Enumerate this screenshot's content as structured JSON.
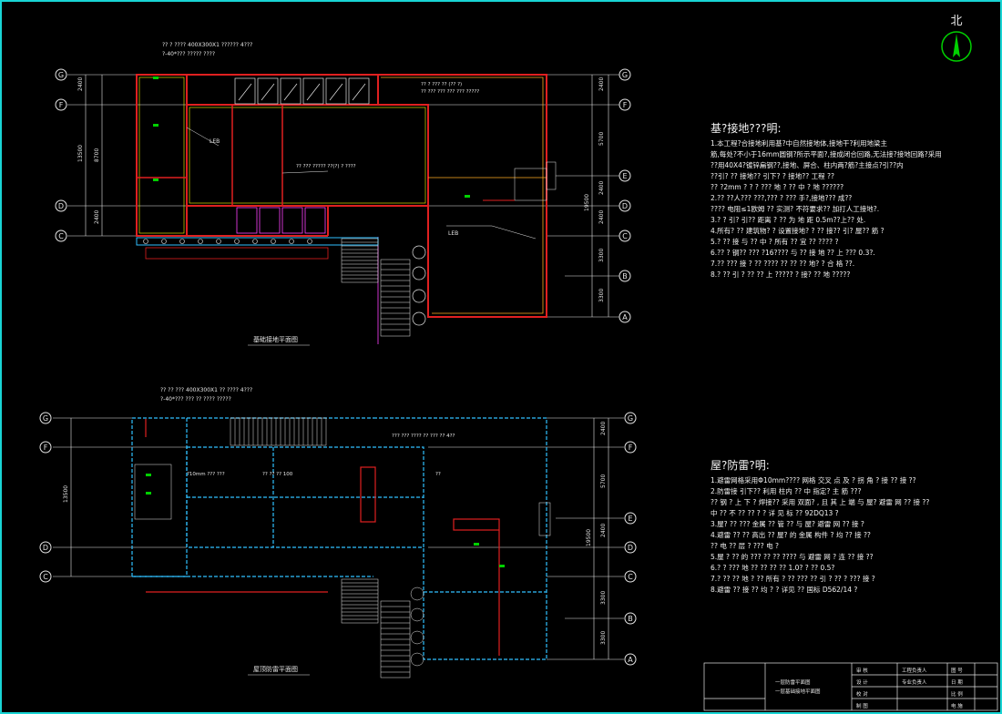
{
  "north_label": "北",
  "plan_top": {
    "title": "基础接地平面图",
    "note_top_1": "?? ? ???? 400X300X1 ?????? 4???",
    "note_top_2": "?-40*??? ????? ????",
    "label_mid": "?? ??? ????? ??(?) ? ????",
    "label_rt_1": "?? ? ??? ?? (?? ?)",
    "label_rt_2": "?? ??? ??? ??? ??? ?????",
    "leb_1": "LEB",
    "leb_2": "LEB",
    "dim_left": [
      "2400",
      "13500",
      "8700",
      "2400"
    ],
    "dim_right": [
      "2400",
      "5700",
      "2400",
      "2400",
      "3300",
      "3300",
      "19500"
    ],
    "axes_left": [
      "G",
      "F",
      "D",
      "C"
    ],
    "axes_right": [
      "G",
      "F",
      "E",
      "D",
      "C",
      "B",
      "A"
    ]
  },
  "plan_bottom": {
    "title": "屋顶防雷平面图",
    "note_top_1": "?? ?? ??? 400X300X1 ?? ???? 4???",
    "note_top_2": "?-40*??? ??? ?? ???? ?????",
    "label_mid_1": "?10mm ??? ???",
    "label_mid_2": "?? ?? ?? 100",
    "label_rt_1": "??? ??? ???? ?? ??? ?? 4??",
    "label_rt_2": "??",
    "dim_left": [
      "13500"
    ],
    "dim_right": [
      "2400",
      "5700",
      "2400",
      "3300",
      "3300",
      "19500"
    ],
    "axes_left": [
      "G",
      "F",
      "D",
      "C"
    ],
    "axes_right": [
      "G",
      "F",
      "E",
      "D",
      "C",
      "B",
      "A"
    ]
  },
  "notes_ground": {
    "heading": "基?接地???明:",
    "lines": [
      "1.本工程?合接地利用基?中自然接地体,接地干?利用地梁主",
      "筋,每处?不小于16mm圆钢?所示平面?,接成闭合回路,无法接?接地回路?采用",
      "??用40X4?镀锌扁钢??,接地、屏合、柱内两?筋?主接点?引??内",
      "??引? ?? 接地?? 引下? ? 接地?? 工程 ??",
      "?? ?2mm ? ? ? ??? 地 ? ?? 中 ? 地  ??????",
      "2.?? ??人??? ???,??? ? ??? 手?,接地??? 成??",
      "???? 电阻≤1欧姆 ?? 实测? 不符要求?? 加打人工接地?.",
      "3.? ? 引? 引?? 距离 ? ?? 为 地 距 0.5m??上?? 处.",
      "4.所有? ?? 建筑物? ? 设置接地? ? ?? 接?? 引? 屋?? 筋 ?",
      "5.? ?? 接 与 ?? 中 ? 所有 ?? 宜 ?? ???? ?",
      "6.?? ? 钢?? ??? ?16???? 与 ?? 接 地 ?? 上 ??? 0.3?.",
      "7.?? ??? 接 ? ?? ???? ?? ?? ?? 地? ? 合 格 ??.",
      "8.? ?? 引 ? ?? ?? 上 ????? ? 接? ?? 地 ?????"
    ]
  },
  "notes_roof": {
    "heading": "屋?防雷?明:",
    "lines": [
      "1.避雷网格采用Φ10mm???? 网格 交叉 点 及 ? 拐 角 ? 接 ?? 接 ??",
      "2.防雷接 引下?? 利用 柱内 ?? 中 指定? 主 筋 ???",
      "?? 钢 ? 上 下 ? 焊接?? 采用 双面? , 且 其 上 端 与 屋? 避雷 网 ?? 接 ??",
      "中 ?? 不 ?? ?? ? ? 详 见 标 ?? 92DQ13 ?",
      "3.屋? ?? ??? 金属 ?? 管 ?? 与 屋? 避雷 网 ?? 接 ?",
      "4.避雷 ?? ?? 高出 ?? 屋? 的 金属 构件 ? 均 ?? 接 ??",
      "?? 电 ?? 层 ? ??? 电 ?",
      "5.屋 ? ?? 的 ??? ?? ?? ???? 与 避雷 网 ? 连 ?? 接 ??",
      "6.? ? ??? 地 ?? ?? ?? ?? 1.0? ? ?? 0.5?",
      "7.? ?? ?? 地 ? ?? 所有 ? ?? ??? ?? 引 ? ?? ? ??? 接 ?",
      "8.避雷 ?? 接 ?? 均 ? ? 详见 ?? 国标 D562/14 ?"
    ]
  },
  "title_block": {
    "drawing_name_1": "一层防雷平面图",
    "drawing_name_2": "一层基础接地平面图",
    "cells": [
      "审 核",
      "设 计",
      "校 对",
      "制 图",
      "工程负责人",
      "专业负责人",
      "图 号",
      "日 期",
      "比 例",
      "电 施"
    ]
  },
  "colors": {
    "wall": "#e02020",
    "frame": "#19d4d4",
    "wall_inner": "#ffff00",
    "axis": "#e6e6e6",
    "stair": "#e6e6e6",
    "cyan_bar": "#30c0ff",
    "green": "#00d000",
    "magenta": "#ff40ff",
    "orange": "#ff9020"
  }
}
